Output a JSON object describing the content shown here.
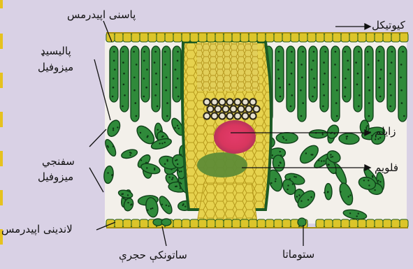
{
  "diagram": {
    "labels": {
      "upper_epidermis": "پاسنی اپیدرمس",
      "cuticle": "کیوتیکل",
      "palisade_line1": "پالیسیډ",
      "palisade_line2": "میزوفیل",
      "spongy_line1": "سفنجي",
      "spongy_line2": "میزوفیل",
      "xylem": "زایلم",
      "phloem": "فلویم",
      "lower_epidermis": "لاندینی اپیدرمس",
      "stoma": "ستوماتا",
      "guard_cells": "ساتونکې حجرې"
    },
    "colors": {
      "background": "#d9d1e5",
      "epidermis": "#dcc52a",
      "cell_green": "#2f8a3a",
      "cell_outline": "#0f3f18",
      "bundle_sheath": "#e0cf55",
      "xylem_red": "#d8365e",
      "phloem_green": "#5f8c36",
      "edge_yellow": "#e6c21e"
    }
  }
}
